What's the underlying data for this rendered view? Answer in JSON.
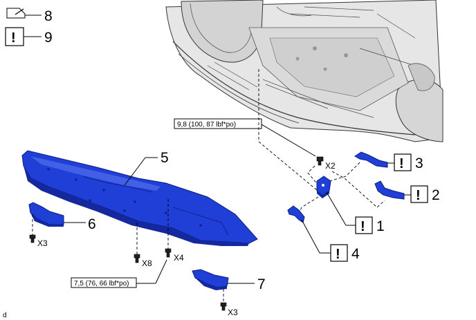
{
  "legend": {
    "item_8_number": "8",
    "item_9_number": "9",
    "item_9_symbol": "!"
  },
  "parts": {
    "p1": "1",
    "p2": "2",
    "p3": "3",
    "p4": "4",
    "p5": "5",
    "p6": "6",
    "p7": "7",
    "symbol": "!"
  },
  "quantities": {
    "x2": "X2",
    "x3_left": "X3",
    "x8": "X8",
    "x4": "X4",
    "x3_bottom": "X3"
  },
  "torque": {
    "upper": "9,8 (100, 87 lbf*po)",
    "lower": "7,5 (76, 66 lbf*po)"
  },
  "corner_mark": "d",
  "colors": {
    "part_blue": "#1f3fd6",
    "vehicle_gray": "#e4e4e4",
    "line": "#000000"
  }
}
